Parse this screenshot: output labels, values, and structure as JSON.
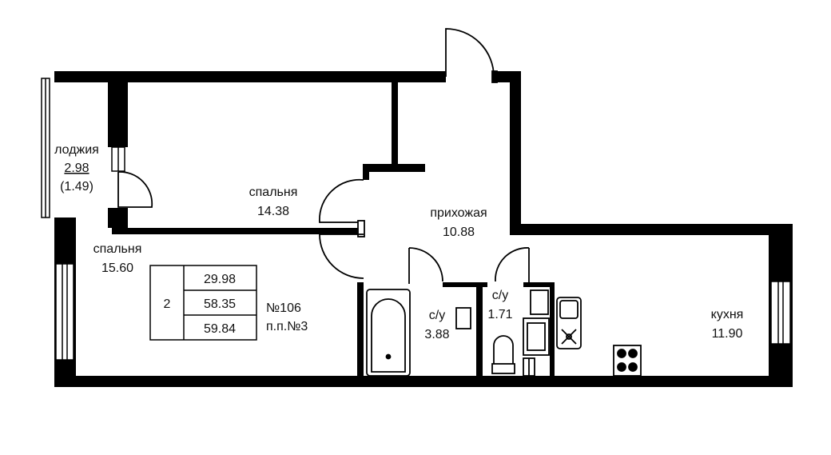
{
  "rooms": {
    "loggia": {
      "name": "лоджия",
      "area": "2.98",
      "area_coef": "(1.49)"
    },
    "bedroom1": {
      "name": "спальня",
      "area": "14.38"
    },
    "hall": {
      "name": "прихожая",
      "area": "10.88"
    },
    "bedroom2": {
      "name": "спальня",
      "area": "15.60"
    },
    "bath1": {
      "name": "с/у",
      "area": "3.88"
    },
    "bath2": {
      "name": "с/у",
      "area": "1.71"
    },
    "kitchen": {
      "name": "кухня",
      "area": "11.90"
    }
  },
  "info": {
    "rooms_count": "2",
    "living_area": "29.98",
    "total_area": "58.35",
    "total_area_loggia": "59.84",
    "apartment_no": "№106",
    "plan_no": "п.п.№3"
  },
  "colors": {
    "wall": "#000000",
    "line": "#000000",
    "background": "#ffffff"
  }
}
